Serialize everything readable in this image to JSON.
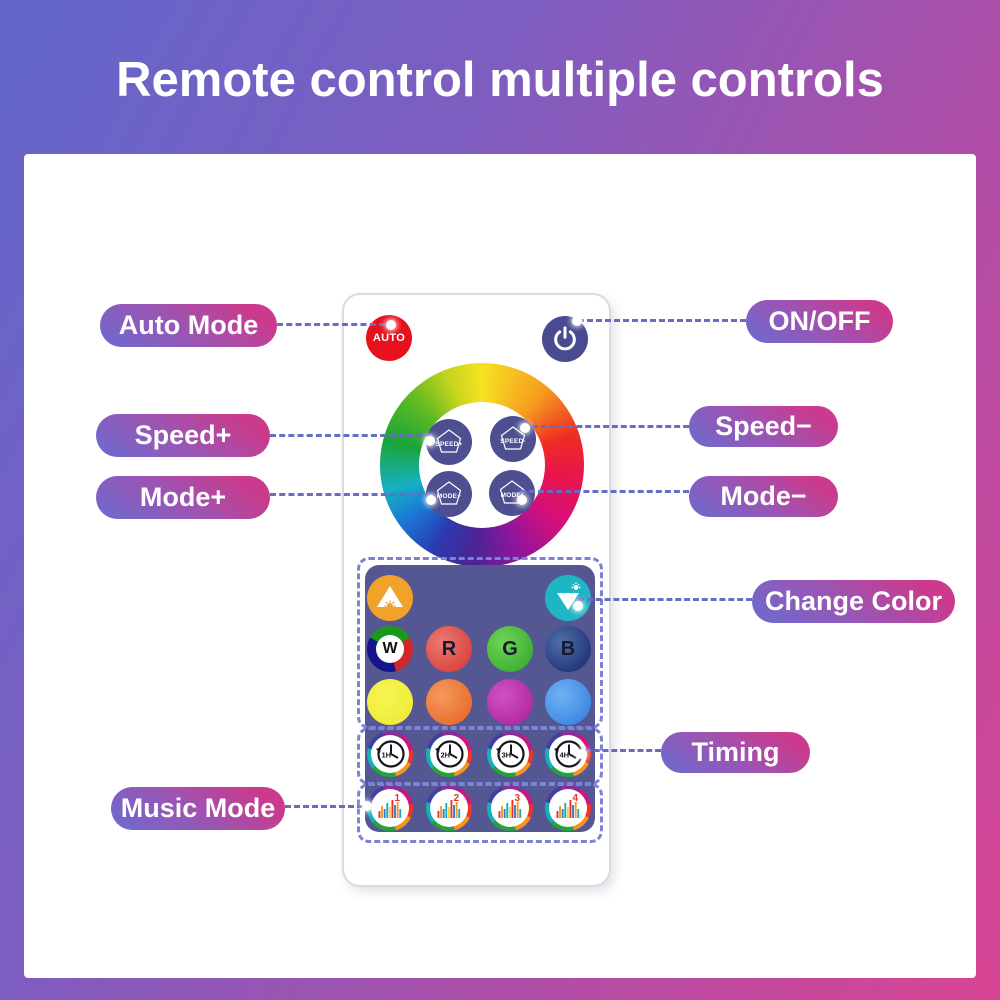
{
  "title": "Remote control multiple controls",
  "callouts": {
    "auto_mode": "Auto Mode",
    "on_off": "ON/OFF",
    "speed_plus": "Speed+",
    "speed_minus": "Speed−",
    "mode_plus": "Mode+",
    "mode_minus": "Mode−",
    "change_color": "Change Color",
    "timing": "Timing",
    "music_mode": "Music Mode"
  },
  "remote": {
    "auto_label": "AUTO",
    "wheel_buttons": [
      {
        "label": "SPEED+"
      },
      {
        "label": "SPEED-"
      },
      {
        "label": "MODE+"
      },
      {
        "label": "MODE-"
      }
    ],
    "rgb_buttons": [
      {
        "label": "W"
      },
      {
        "label": "R"
      },
      {
        "label": "G"
      },
      {
        "label": "B"
      }
    ],
    "timing_buttons": [
      {
        "label": "1H"
      },
      {
        "label": "2H"
      },
      {
        "label": "3H"
      },
      {
        "label": "4H"
      }
    ],
    "music_buttons": [
      {
        "label": "1"
      },
      {
        "label": "2"
      },
      {
        "label": "3"
      },
      {
        "label": "4"
      }
    ]
  },
  "colors": {
    "bg_top_left": "#6267cb",
    "bg_bottom_right": "#d84593",
    "pill_pink": "#cb3a8c",
    "pill_purple": "#6a6bcf",
    "connector": "#666dc2",
    "panel": "#555793",
    "auto_button": "#e8101d",
    "power_button": "#494a90",
    "brightness_up": "#f0a22a",
    "brightness_down": "#1fb5c4"
  }
}
